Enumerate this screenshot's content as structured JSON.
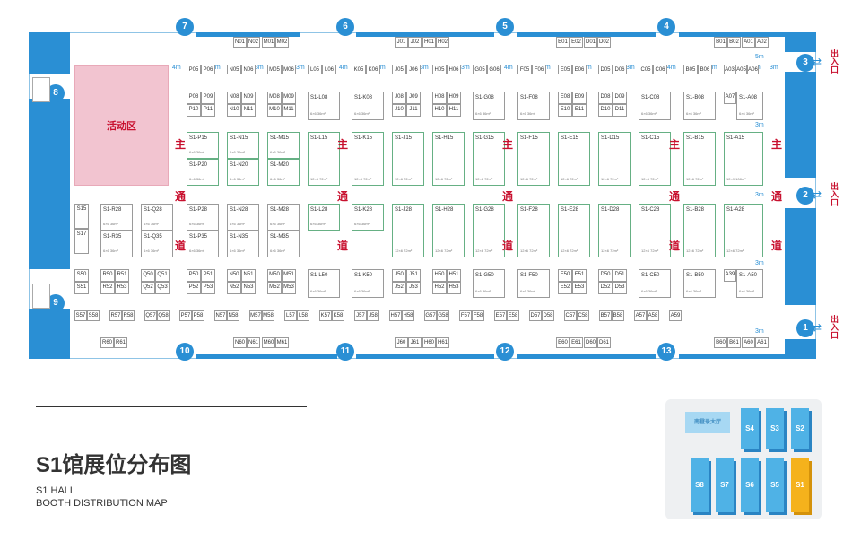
{
  "title_cn": "S1馆展位分布图",
  "title_en_line1": "S1 HALL",
  "title_en_line2": "BOOTH DISTRIBUTION MAP",
  "activity_area": "活动区",
  "aisle_chars": [
    "主",
    "通",
    "道"
  ],
  "exit_label": "出入口",
  "doors": {
    "top": [
      "7",
      "6",
      "5",
      "4"
    ],
    "bottom": [
      "10",
      "11",
      "12",
      "13"
    ],
    "left": [
      "8",
      "9"
    ],
    "right": [
      "3",
      "2",
      "1"
    ]
  },
  "widths": [
    "4m",
    "3m",
    "3m",
    "3m",
    "4m",
    "3m",
    "3m",
    "3m",
    "4m",
    "3m",
    "3m",
    "3m",
    "4m",
    "3m",
    "3m",
    "3m",
    "3m",
    "5m",
    "3m",
    "3m",
    "3m",
    "3m",
    "4m"
  ],
  "top_row": [
    "N01",
    "N02",
    "M01",
    "M02",
    "J01",
    "J02",
    "H01",
    "H02",
    "E01",
    "E02",
    "D01",
    "D02",
    "B01",
    "B02",
    "A01",
    "A02"
  ],
  "row2": [
    "P05",
    "P06",
    "N05",
    "N06",
    "M05",
    "M06",
    "L05",
    "L06",
    "K05",
    "K06",
    "J05",
    "J06",
    "H05",
    "H06",
    "G05",
    "G06",
    "F05",
    "F06",
    "E05",
    "E06",
    "D05",
    "D06",
    "C05",
    "C06",
    "B05",
    "B06",
    "A03",
    "A05",
    "A06"
  ],
  "row3": [
    {
      "l": "P08",
      "r": "P09",
      "l2": "P10",
      "r2": "P11"
    },
    {
      "l": "N08",
      "r": "N09",
      "l2": "N10",
      "r2": "N11"
    },
    {
      "l": "M08",
      "r": "M09",
      "l2": "M10",
      "r2": "M11"
    },
    {
      "single": "S1-L08"
    },
    {
      "single": "S1-K08"
    },
    {
      "l": "J08",
      "r": "J09",
      "l2": "J10",
      "r2": "J11"
    },
    {
      "l": "H08",
      "r": "H09",
      "l2": "H10",
      "r2": "H11"
    },
    {
      "single": "S1-G08"
    },
    {
      "single": "S1-F08"
    },
    {
      "l": "E08",
      "r": "E09",
      "l2": "E10",
      "r2": "E11"
    },
    {
      "l": "D08",
      "r": "D09",
      "l2": "D10",
      "r2": "D11"
    },
    {
      "single": "S1-C08"
    },
    {
      "single": "S1-B08"
    },
    {
      "l": "A07",
      "r": "S1-A08"
    }
  ],
  "row4": [
    "S1-P15",
    "S1-N15",
    "S1-M15",
    "S1-L15",
    "S1-K15",
    "S1-J15",
    "S1-H15",
    "S1-G15",
    "S1-F15",
    "S1-E15",
    "S1-D15",
    "S1-C15",
    "S1-B15",
    "S1-A15"
  ],
  "row4b": [
    "S1-P20",
    "S1-N20",
    "S1-M20"
  ],
  "row5_left": [
    "S15",
    "S17"
  ],
  "row5": [
    "S1-R28",
    "S1-Q28",
    "S1-P28",
    "S1-N28",
    "S1-M28",
    "S1-L28",
    "S1-K28",
    "S1-J28",
    "S1-H28",
    "S1-G28",
    "S1-F28",
    "S1-E28",
    "S1-D28",
    "S1-C28",
    "S1-B28",
    "S1-A28"
  ],
  "row5b": [
    "S1-R35",
    "S1-Q35",
    "S1-P35",
    "S1-N35",
    "S1-M35"
  ],
  "row6_left": [
    "S50",
    "S51"
  ],
  "row6": [
    {
      "l": "R50",
      "r": "R51",
      "l2": "R52",
      "r2": "R53"
    },
    {
      "l": "Q50",
      "r": "Q51",
      "l2": "Q52",
      "r2": "Q53"
    },
    {
      "l": "P50",
      "r": "P51",
      "l2": "P52",
      "r2": "P53"
    },
    {
      "l": "N50",
      "r": "N51",
      "l2": "N52",
      "r2": "N53"
    },
    {
      "l": "M50",
      "r": "M51",
      "l2": "M52",
      "r2": "M53"
    },
    {
      "single": "S1-L50"
    },
    {
      "single": "S1-K50"
    },
    {
      "l": "J50",
      "r": "J51",
      "l2": "J52",
      "r2": "J53"
    },
    {
      "l": "H50",
      "r": "H51",
      "l2": "H52",
      "r2": "H53"
    },
    {
      "single": "S1-G50"
    },
    {
      "single": "S1-F50"
    },
    {
      "l": "E50",
      "r": "E51",
      "l2": "E52",
      "r2": "E53"
    },
    {
      "l": "D50",
      "r": "D51",
      "l2": "D52",
      "r2": "D53"
    },
    {
      "single": "S1-C50"
    },
    {
      "single": "S1-B50"
    },
    {
      "l": "A39",
      "r": "S1-A50"
    }
  ],
  "row7": [
    "S57",
    "S58",
    "R57",
    "R58",
    "Q57",
    "Q58",
    "P57",
    "P58",
    "N57",
    "N58",
    "M57",
    "M58",
    "L57",
    "L58",
    "K57",
    "K58",
    "J57",
    "J58",
    "H57",
    "H58",
    "G57",
    "G58",
    "F57",
    "F58",
    "E57",
    "E58",
    "D57",
    "D58",
    "C57",
    "C58",
    "B57",
    "B58",
    "A57",
    "A58",
    "A59"
  ],
  "bottom_row": [
    "R60",
    "R61",
    "N60",
    "N61",
    "M60",
    "M61",
    "J60",
    "J61",
    "H60",
    "H61",
    "E60",
    "E61",
    "D60",
    "D61",
    "B60",
    "B61",
    "A60",
    "A61"
  ],
  "sizes": {
    "small": "6×6 36m²",
    "big": "12×6 72m²",
    "a": "12×9 108m²",
    "b": "6×9 54m²"
  },
  "minimap": {
    "label_top": "南登录大厅",
    "halls_top": [
      "S4",
      "S3",
      "S2"
    ],
    "halls_bottom": [
      "S8",
      "S7",
      "S6",
      "S5",
      "S1"
    ],
    "active": "S1"
  }
}
